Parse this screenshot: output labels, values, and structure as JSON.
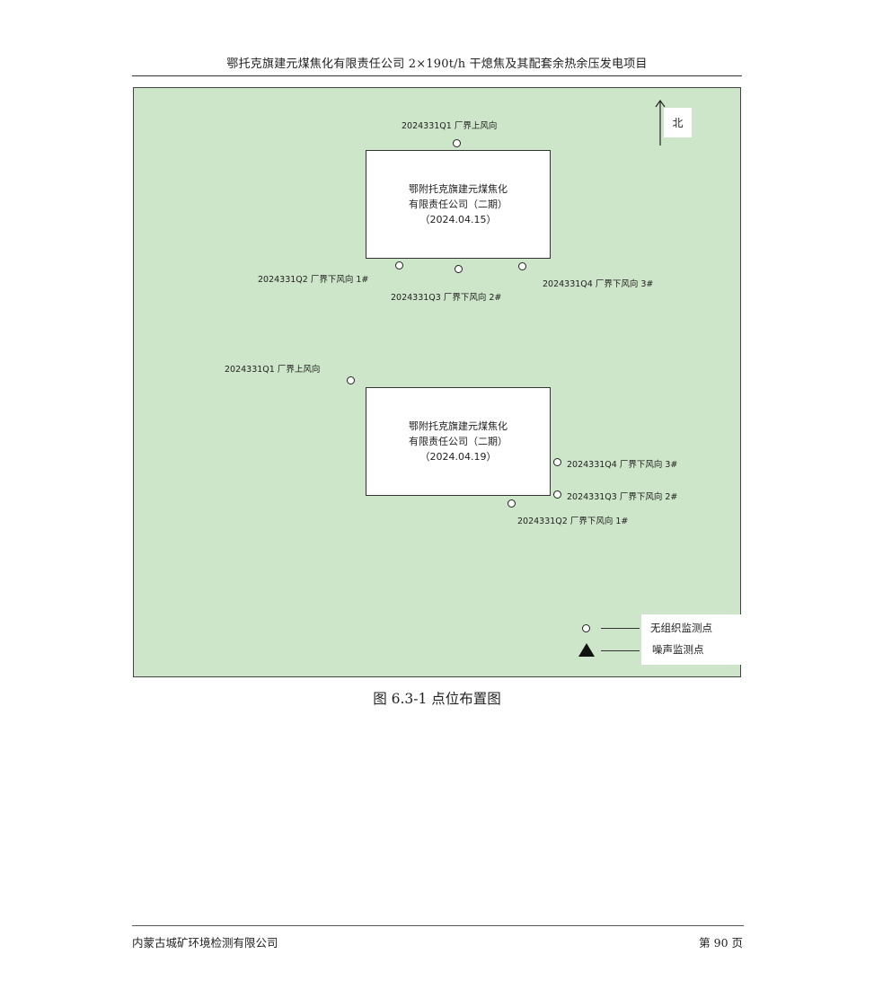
{
  "header": {
    "title": "鄂托克旗建元煤焦化有限责任公司 2×190t/h 干熄焦及其配套余热余压发电项目"
  },
  "map": {
    "north_label": "北",
    "plant1": {
      "line1": "鄂附托克旗建元煤焦化",
      "line2": "有限责任公司（二期）",
      "line3": "（2024.04.15）"
    },
    "plant2": {
      "line1": "鄂附托克旗建元煤焦化",
      "line2": "有限责任公司（二期）",
      "line3": "（2024.04.19）"
    },
    "points_set1": {
      "q1": "2024331Q1 厂界上风向",
      "q2": "2024331Q2 厂界下风向 1#",
      "q3": "2024331Q3 厂界下风向 2#",
      "q4": "2024331Q4 厂界下风向 3#"
    },
    "points_set2": {
      "q1": "2024331Q1 厂界上风向",
      "q2": "2024331Q2 厂界下风向 1#",
      "q3": "2024331Q3 厂界下风向 2#",
      "q4": "2024331Q4 厂界下风向 3#"
    },
    "legend": {
      "unorganized": "无组织监测点",
      "noise": "噪声监测点"
    }
  },
  "caption": "图 6.3-1 点位布置图",
  "footer": {
    "company": "内蒙古城矿环境检测有限公司",
    "page": "第 90 页"
  }
}
